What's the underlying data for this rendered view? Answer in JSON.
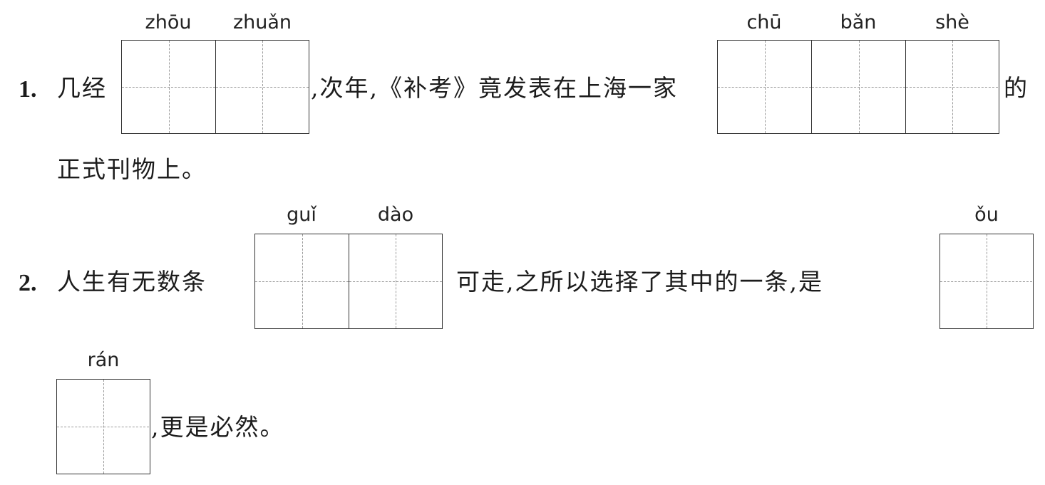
{
  "items": [
    {
      "number": "1.",
      "text_before_blank1": "几经",
      "blank1_pinyin": [
        "zhōu",
        "zhuǎn"
      ],
      "text_after_blank1": ",次年,《补考》竟发表在上海一家",
      "blank2_pinyin": [
        "chū",
        "bǎn",
        "shè"
      ],
      "text_after_blank2": "的",
      "continuation": "正式刊物上。"
    },
    {
      "number": "2.",
      "text_before_blank1": "人生有无数条",
      "blank1_pinyin": [
        "guǐ",
        "dào"
      ],
      "text_after_blank1": "可走,之所以选择了其中的一条,是",
      "blank2_pinyin": [
        "ǒu"
      ],
      "blank3_pinyin": [
        "rán"
      ],
      "continuation": ",更是必然。"
    }
  ]
}
